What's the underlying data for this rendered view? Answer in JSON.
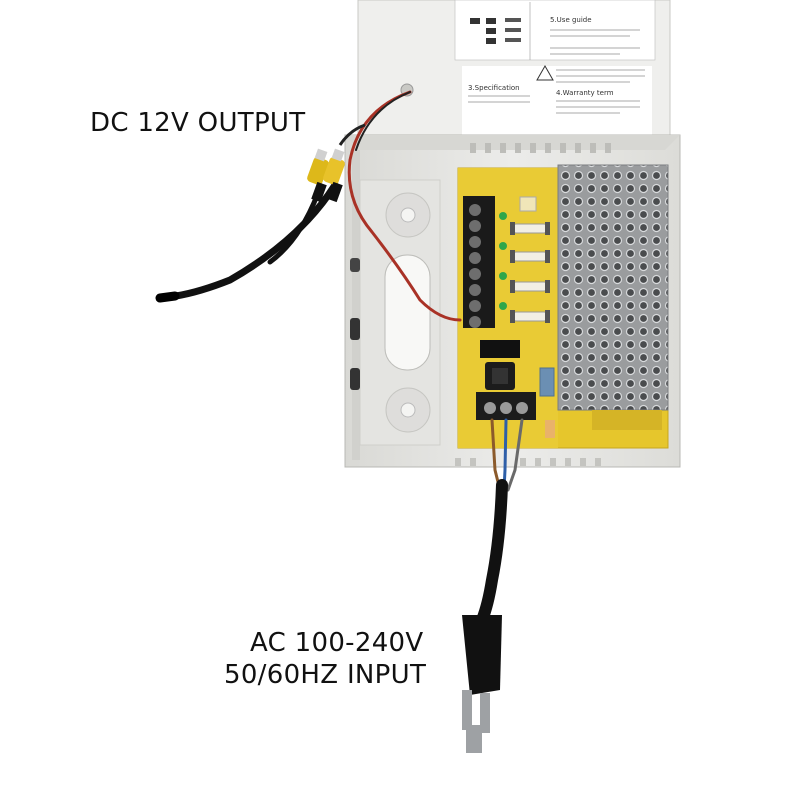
{
  "labels": {
    "dc_output": "DC 12V OUTPUT",
    "ac_input_line1": "AC 100-240V",
    "ac_input_line2": "50/60HZ INPUT"
  },
  "lid_text": {
    "use_guide": "5.Use guide",
    "specification": "3.Specification",
    "warranty": "4.Warranty term"
  },
  "colors": {
    "enclosure": "#e9e9e6",
    "pcb": "#e6c62c",
    "terminal_block": "#1a1a1a",
    "cable": "#111111",
    "power_wire": "#c0392b"
  }
}
